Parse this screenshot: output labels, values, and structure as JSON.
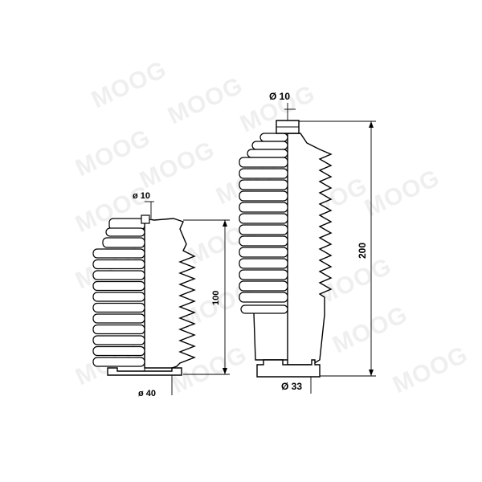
{
  "watermark": {
    "text": "MOOG",
    "color": "#efefef"
  },
  "left_boot": {
    "top_diameter": "ø 10",
    "bottom_diameter": "ø 40",
    "length": "100"
  },
  "right_boot": {
    "top_diameter": "Ø 10",
    "bottom_diameter": "Ø 33",
    "length": "200"
  }
}
